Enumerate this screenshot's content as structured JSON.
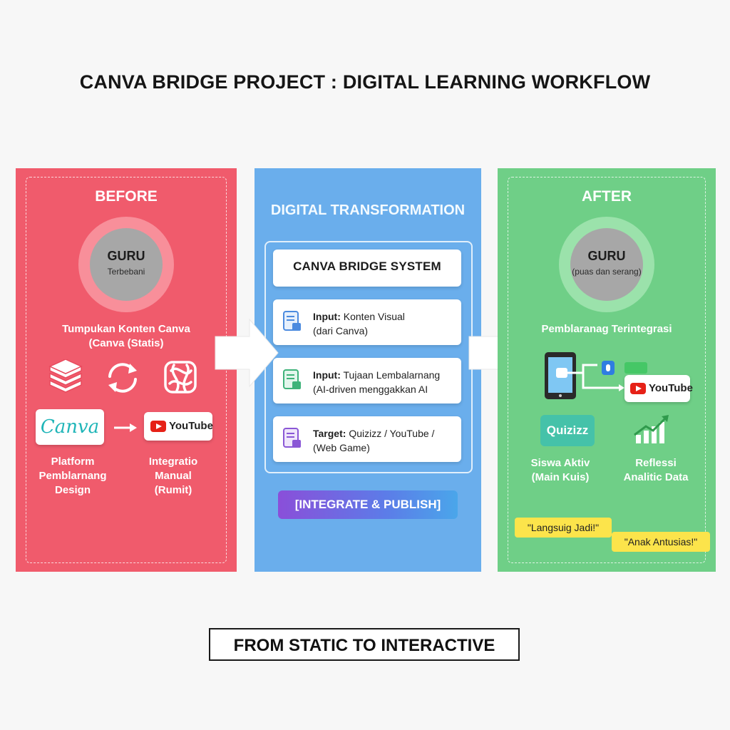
{
  "title": "CANVA BRIDGE PROJECT : DIGITAL LEARNING WORKFLOW",
  "footer": "FROM STATIC TO INTERACTIVE",
  "colors": {
    "before": "#f05b6c",
    "middle": "#6aaeec",
    "after": "#6fcf87"
  },
  "before": {
    "heading": "BEFORE",
    "guru_name": "GURU",
    "guru_state": "Terbebani",
    "content_line1": "Tumpukan Konten Canva",
    "content_line2": "(Canva (Statis)",
    "icons": [
      "stack-icon",
      "sync-icon",
      "tangle-icon"
    ],
    "canva_logo": "Canva",
    "youtube_label": "YouTube",
    "platform_line1": "Platform",
    "platform_line2": "Pemblarnang",
    "platform_line3": "Design",
    "integration_line1": "Integratio",
    "integration_line2": "Manual",
    "integration_line3": "(Rumit)"
  },
  "middle": {
    "heading": "DIGITAL TRANSFORMATION",
    "system_title": "CANVA BRIDGE SYSTEM",
    "steps": [
      {
        "label": "Input:",
        "line1": "Konten Visual",
        "line2": "(dari Canva)",
        "icon": "document-icon",
        "color": "#4c8bdf"
      },
      {
        "label": "Input:",
        "line1": "Tujaan Lembalarnang",
        "line2": "(AI-driven menggakkan AI",
        "icon": "document-ai-icon",
        "color": "#3fb37a"
      },
      {
        "label": "Target:",
        "line1": "Quizizz / YouTube /",
        "line2": "(Web Game)",
        "icon": "document-target-icon",
        "color": "#8a57d6"
      }
    ],
    "publish_button": "[INTEGRATE & PUBLISH]"
  },
  "after": {
    "heading": "AFTER",
    "guru_name": "GURU",
    "guru_state": "(puas dan serang)",
    "integrated_text": "Pemblaranag Terintegrasi",
    "youtube_label": "YouTube",
    "quizizz_label": "Quizizz",
    "students_line1": "Siswa Aktiv",
    "students_line2": "(Main Kuis)",
    "reflection_line1": "Reflessi",
    "reflection_line2": "Analitic Data",
    "quote1": "\"Langsuig Jadi!\"",
    "quote2": "\"Anak Antusias!\""
  }
}
